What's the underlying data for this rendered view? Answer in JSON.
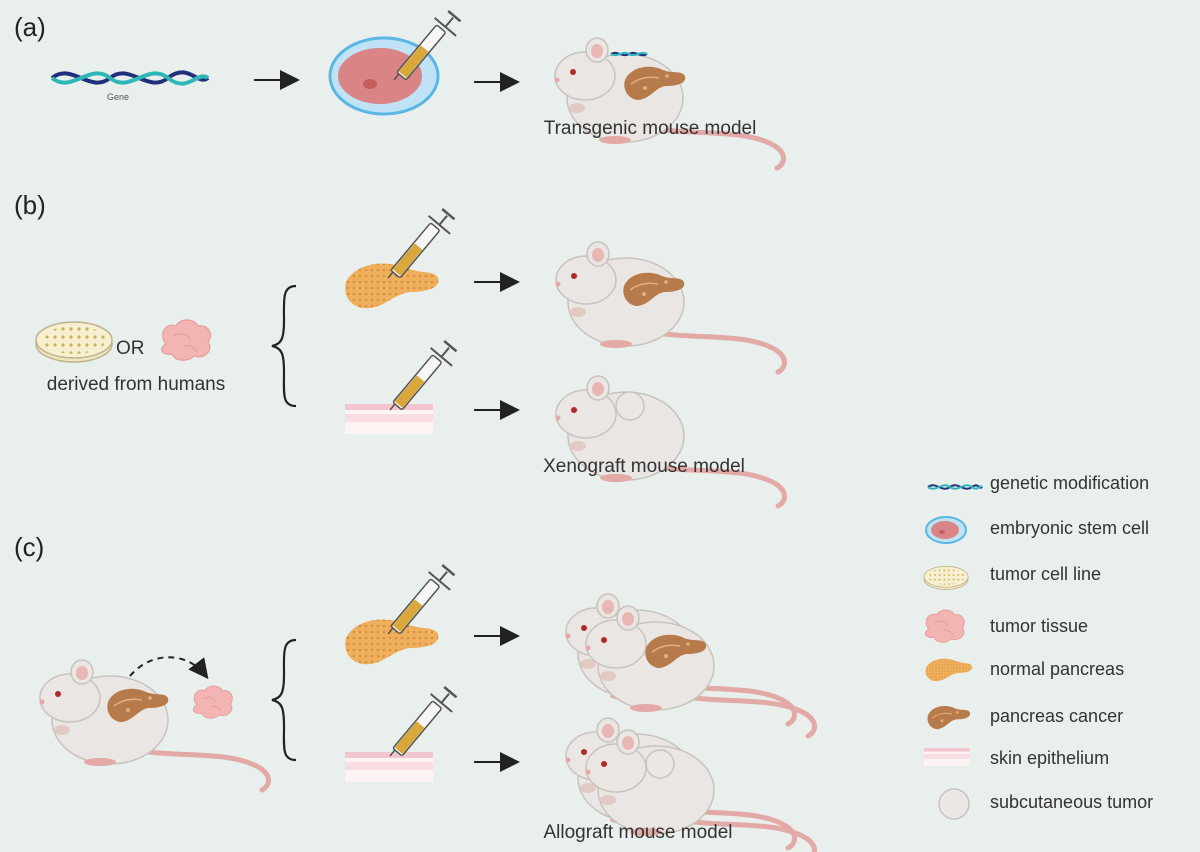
{
  "panels": {
    "a": {
      "label": "(a)",
      "gene_label": "Gene",
      "caption": "Transgenic mouse model"
    },
    "b": {
      "label": "(b)",
      "or_label": "OR",
      "source_label": "derived from humans",
      "caption": "Xenograft mouse model"
    },
    "c": {
      "label": "(c)",
      "caption": "Allograft mouse model"
    }
  },
  "legend": {
    "items": [
      {
        "icon": "dna-icon",
        "label": "genetic modification"
      },
      {
        "icon": "stem-cell-icon",
        "label": "embryonic stem cell"
      },
      {
        "icon": "petri-dish-icon",
        "label": "tumor cell line"
      },
      {
        "icon": "tumor-tissue-icon",
        "label": "tumor tissue"
      },
      {
        "icon": "normal-pancreas-icon",
        "label": "normal pancreas"
      },
      {
        "icon": "pancreas-cancer-icon",
        "label": "pancreas cancer"
      },
      {
        "icon": "skin-epithelium-icon",
        "label": "skin epithelium"
      },
      {
        "icon": "subcutaneous-tumor-icon",
        "label": "subcutaneous tumor"
      }
    ]
  },
  "colors": {
    "background": "#e8efec",
    "mouse_body": "#eae6e3",
    "mouse_tail": "#e3a9a6",
    "pancreas": "#efaf5c",
    "cancer": "#b77a4b",
    "tumor_tissue": "#f3b5b3",
    "skin": "#f8dde3",
    "dna_dark": "#1f2f7c",
    "dna_light": "#2fb7b8",
    "stem_cell_ring": "#5bb6e3",
    "stem_cell_inner": "#d98585"
  }
}
